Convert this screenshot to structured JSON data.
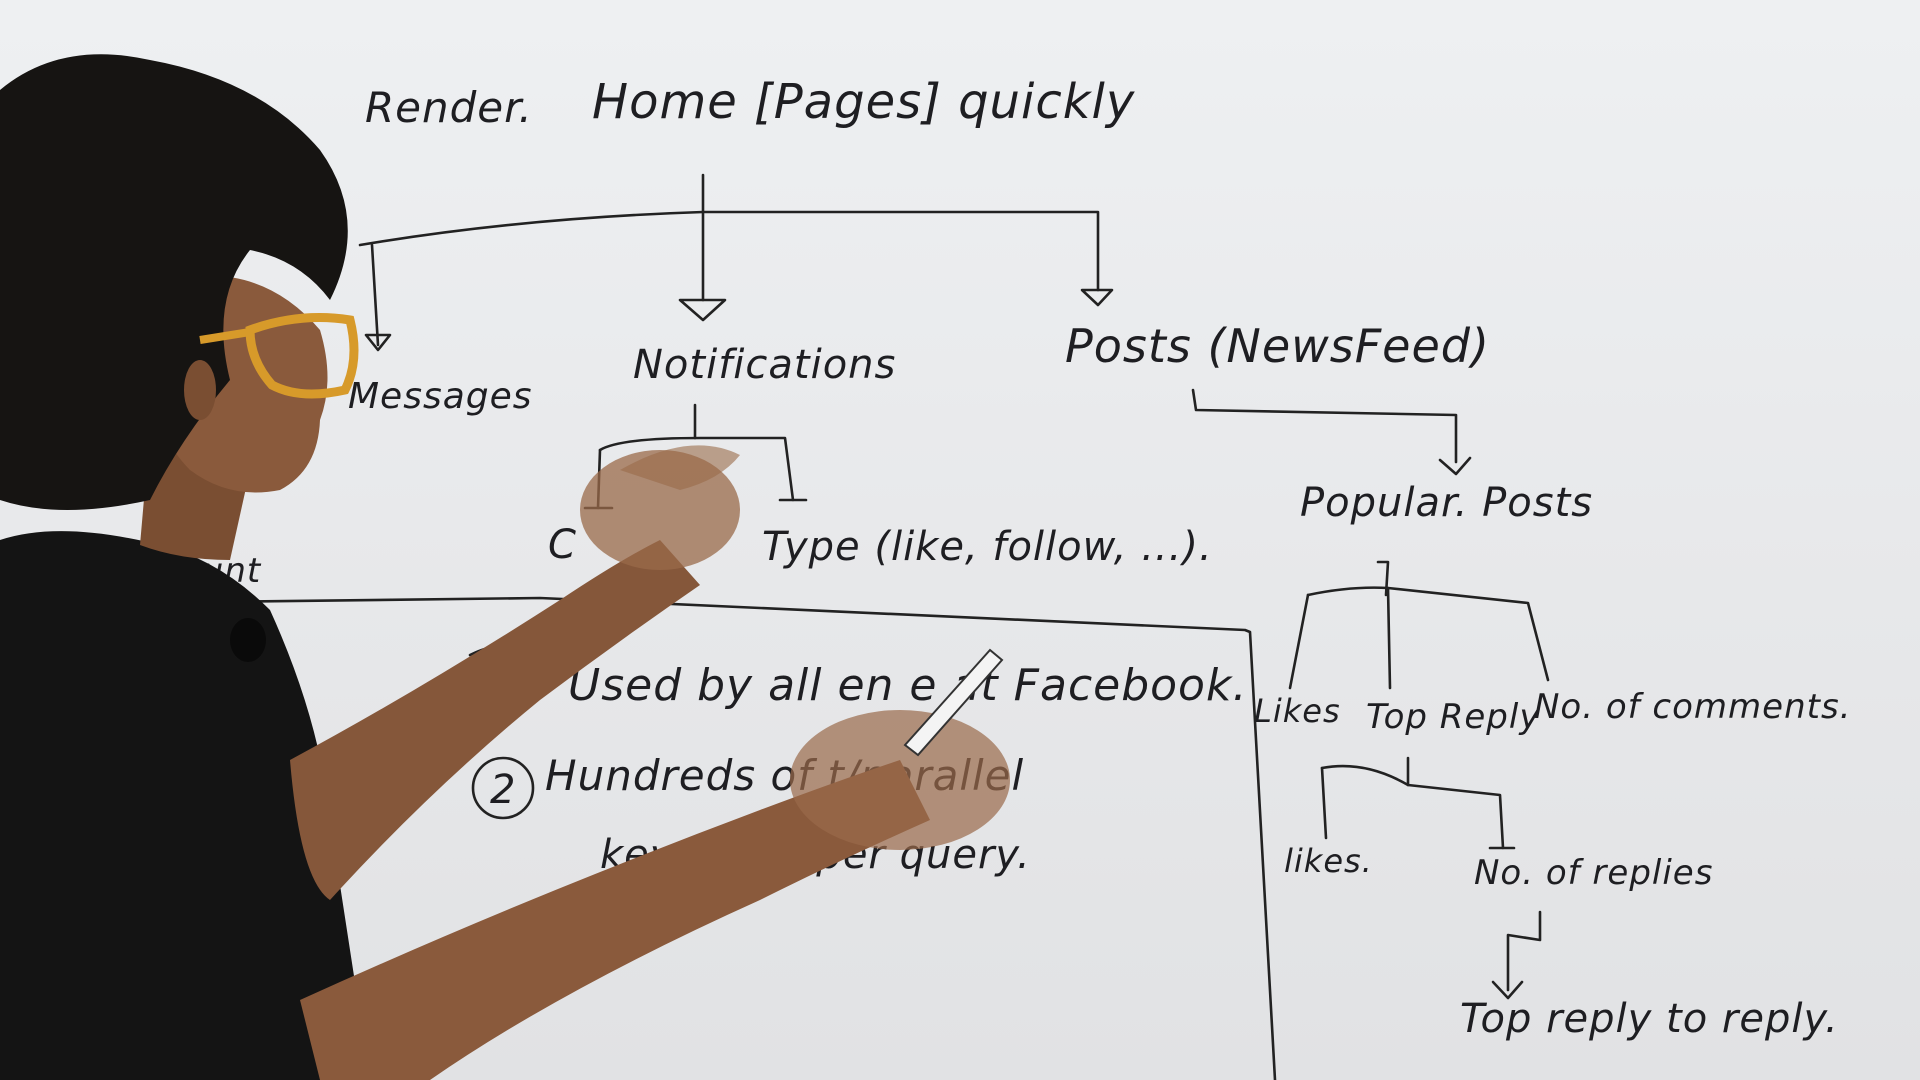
{
  "whiteboard": {
    "title_left": "Render.",
    "title_main": "Home [Pages] quickly",
    "branch_messages": "Messages",
    "branch_notifications": "Notifications",
    "branch_posts": "Posts (NewsFeed)",
    "notif_child_count": "C",
    "notif_child_type": "Type (like, follow, ...).",
    "popular_posts": "Popular. Posts",
    "likes": "Likes",
    "top_reply": "Top Reply",
    "num_comments": "No. of comments.",
    "reply_likes": "likes.",
    "num_replies": "No. of replies",
    "top_reply_to_reply": "Top reply to reply.",
    "box_corner_label": "ount",
    "note_1": "Used by all en      e at Facebook.",
    "note_2_line1": "Hundreds of          t/parallel",
    "note_2_line2": "key-value          per query.",
    "note_2_number": "2"
  },
  "colors": {
    "board": "#eceef0",
    "ink": "#1e1e22",
    "shirt": "#141414",
    "skin": "#8a5a3c",
    "glasses": "#d79a2a",
    "hair": "#161412"
  }
}
